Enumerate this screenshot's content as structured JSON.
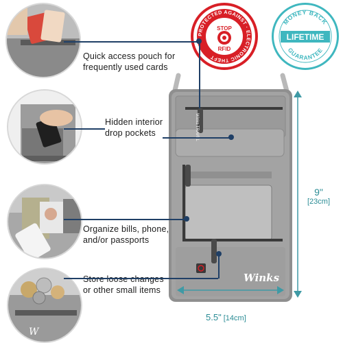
{
  "features": [
    {
      "text_line1": "Quick access pouch for",
      "text_line2": "frequently used cards",
      "icon": "card-pouch-photo"
    },
    {
      "text_line1": "Hidden interior",
      "text_line2": "drop pockets",
      "icon": "hidden-pocket-photo"
    },
    {
      "text_line1": "Organize bills, phone,",
      "text_line2": "and/or passports",
      "icon": "bills-phone-photo"
    },
    {
      "text_line1": "Store loose changes",
      "text_line2": "or other small items",
      "icon": "coins-photo"
    }
  ],
  "rfid_badge": {
    "ring_text": "PROTECTED AGAINST · ELECTRONIC THEFT",
    "center_top": "STOP",
    "center_bottom": "RFID",
    "color": "#d81f26"
  },
  "guarantee_badge": {
    "top_text": "MONEY BACK",
    "center_text": "LIFETIME",
    "bottom_text": "GUARANTEE",
    "color": "#3fb7bf"
  },
  "dimensions": {
    "height_inches": "9\"",
    "height_cm": "[23cm]",
    "width_inches": "5.5\"",
    "width_cm": "[14cm]",
    "color": "#3f9aa5"
  },
  "brand": {
    "logo_text": "Winks",
    "zipper_tag_text": "Winks TRAVEL"
  }
}
